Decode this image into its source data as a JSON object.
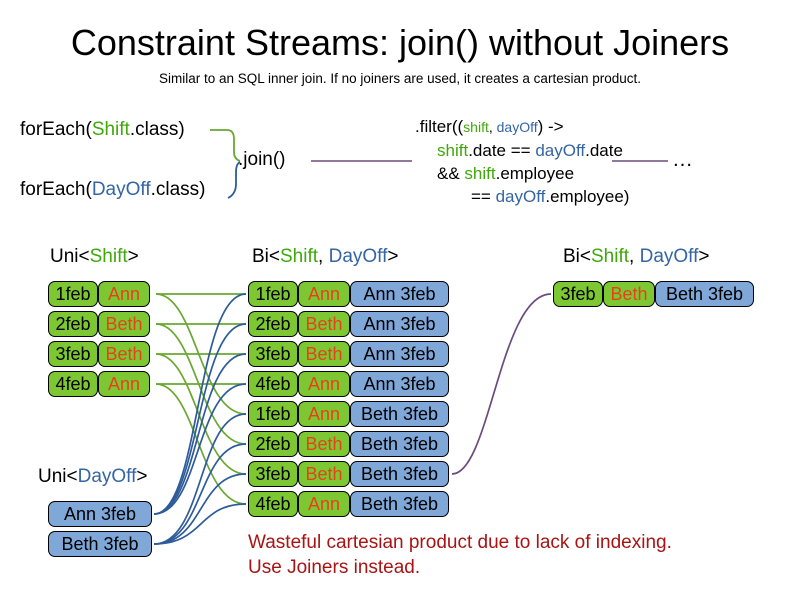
{
  "slide": {
    "title": "Constraint Streams: join() without Joiners",
    "subtitle": "Similar to an SQL inner join. If no joiners are used, it creates a cartesian product.",
    "warning_line1": "Wasteful cartesian product due to lack of indexing.",
    "warning_line2": "Use Joiners instead."
  },
  "colors": {
    "shift_green": "#3FA80B",
    "dayoff_blue": "#3465A4",
    "card_green": "#7DC832",
    "card_blue": "#7FA7D8",
    "employee_orange": "#E8401C",
    "warning_red": "#A81414",
    "wire_green": "#6AA832",
    "wire_blue": "#2E5C9A",
    "wire_purple": "#6B4B7D"
  },
  "code": {
    "foreach_shift": {
      "prefix": "forEach(",
      "type": "Shift",
      "suffix": ".class)"
    },
    "foreach_dayoff": {
      "prefix": "forEach(",
      "type": "DayOff",
      "suffix": ".class)"
    },
    "join_label": ".join()",
    "ellipsis": "…",
    "filter": {
      "line1_a": ".filter((",
      "line1_shift": "shift",
      "line1_comma": ", ",
      "line1_dayoff": "dayOff",
      "line1_b": ") ->",
      "line2_shift": "shift",
      "line2_mid": ".date == ",
      "line2_dayoff": "dayOff",
      "line2_end": ".date",
      "line3_amp": "&& ",
      "line3_shift": "shift",
      "line3_end": ".employee",
      "line4_eq": "== ",
      "line4_dayoff": "dayOff",
      "line4_end": ".employee)"
    }
  },
  "streams": {
    "uni_shift": {
      "header": {
        "prefix": "Uni<",
        "type": "Shift",
        "suffix": ">"
      },
      "rows": [
        {
          "date": "1feb",
          "employee": "Ann"
        },
        {
          "date": "2feb",
          "employee": "Beth"
        },
        {
          "date": "3feb",
          "employee": "Beth"
        },
        {
          "date": "4feb",
          "employee": "Ann"
        }
      ]
    },
    "uni_dayoff": {
      "header": {
        "prefix": "Uni<",
        "type": "DayOff",
        "suffix": ">"
      },
      "rows": [
        {
          "label": "Ann 3feb"
        },
        {
          "label": "Beth 3feb"
        }
      ]
    },
    "bi_middle": {
      "header": {
        "prefix": "Bi<",
        "type1": "Shift",
        "comma": ", ",
        "type2": "DayOff",
        "suffix": ">"
      },
      "rows": [
        {
          "date": "1feb",
          "employee": "Ann",
          "dayoff": "Ann 3feb"
        },
        {
          "date": "2feb",
          "employee": "Beth",
          "dayoff": "Ann 3feb"
        },
        {
          "date": "3feb",
          "employee": "Beth",
          "dayoff": "Ann 3feb"
        },
        {
          "date": "4feb",
          "employee": "Ann",
          "dayoff": "Ann 3feb"
        },
        {
          "date": "1feb",
          "employee": "Ann",
          "dayoff": "Beth 3feb"
        },
        {
          "date": "2feb",
          "employee": "Beth",
          "dayoff": "Beth 3feb"
        },
        {
          "date": "3feb",
          "employee": "Beth",
          "dayoff": "Beth 3feb"
        },
        {
          "date": "4feb",
          "employee": "Ann",
          "dayoff": "Beth 3feb"
        }
      ]
    },
    "bi_right": {
      "header": {
        "prefix": "Bi<",
        "type1": "Shift",
        "comma": ", ",
        "type2": "DayOff",
        "suffix": ">"
      },
      "rows": [
        {
          "date": "3feb",
          "employee": "Beth",
          "dayoff": "Beth 3feb"
        }
      ]
    }
  }
}
